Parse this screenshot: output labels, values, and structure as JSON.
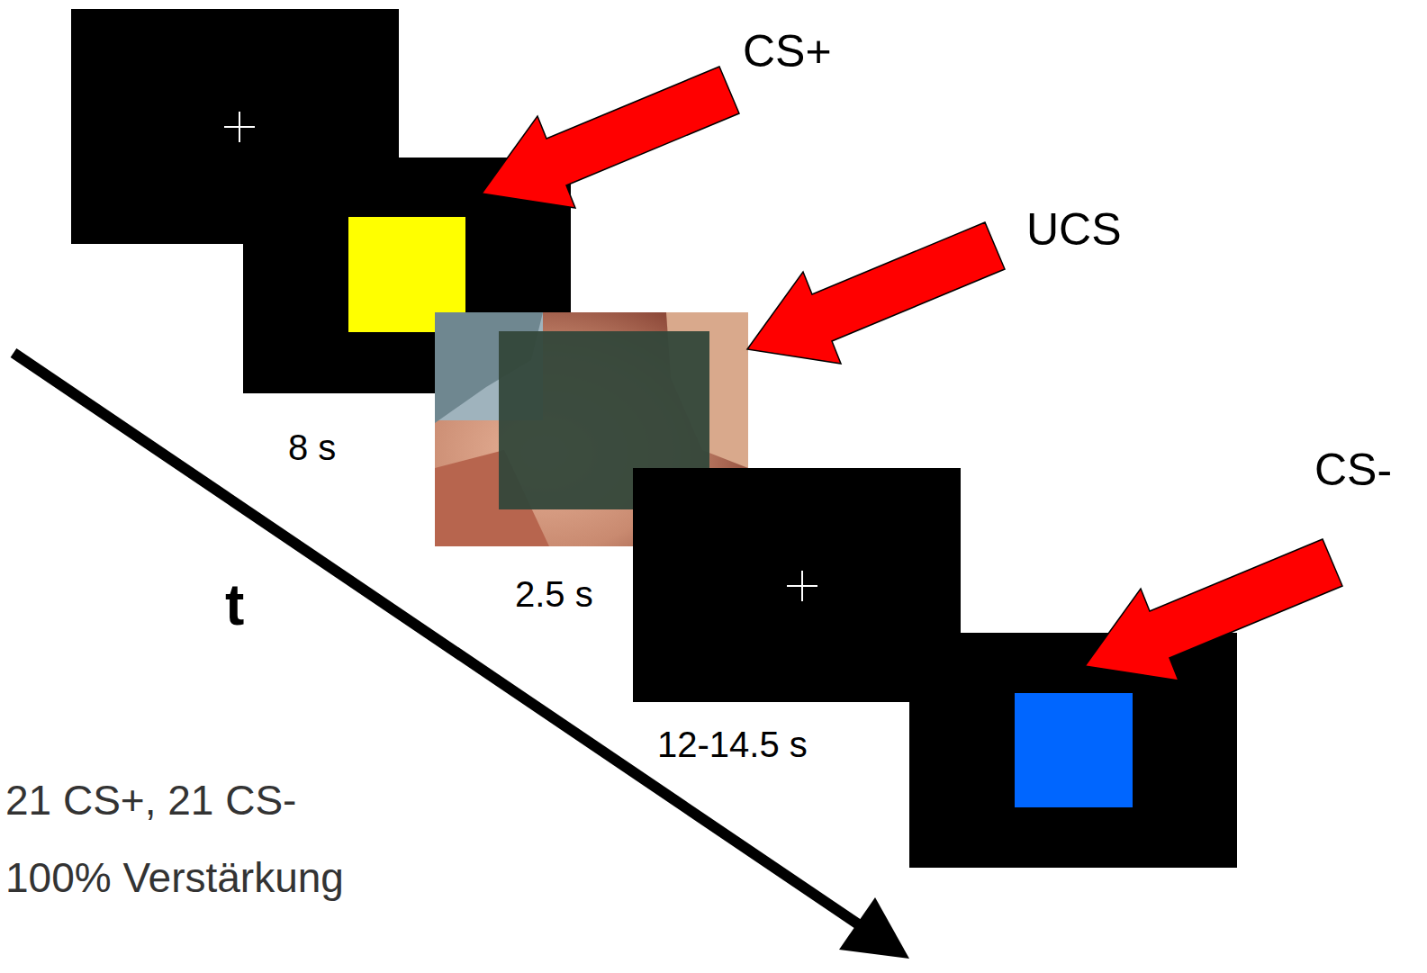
{
  "diagram": {
    "labels": [
      "CS+",
      "UCS",
      "CS-",
      "8 s",
      "2.5 s",
      "12-14.5 s",
      "t",
      "21 CS+, 21 CS-",
      "100% Verstärkung"
    ]
  }
}
